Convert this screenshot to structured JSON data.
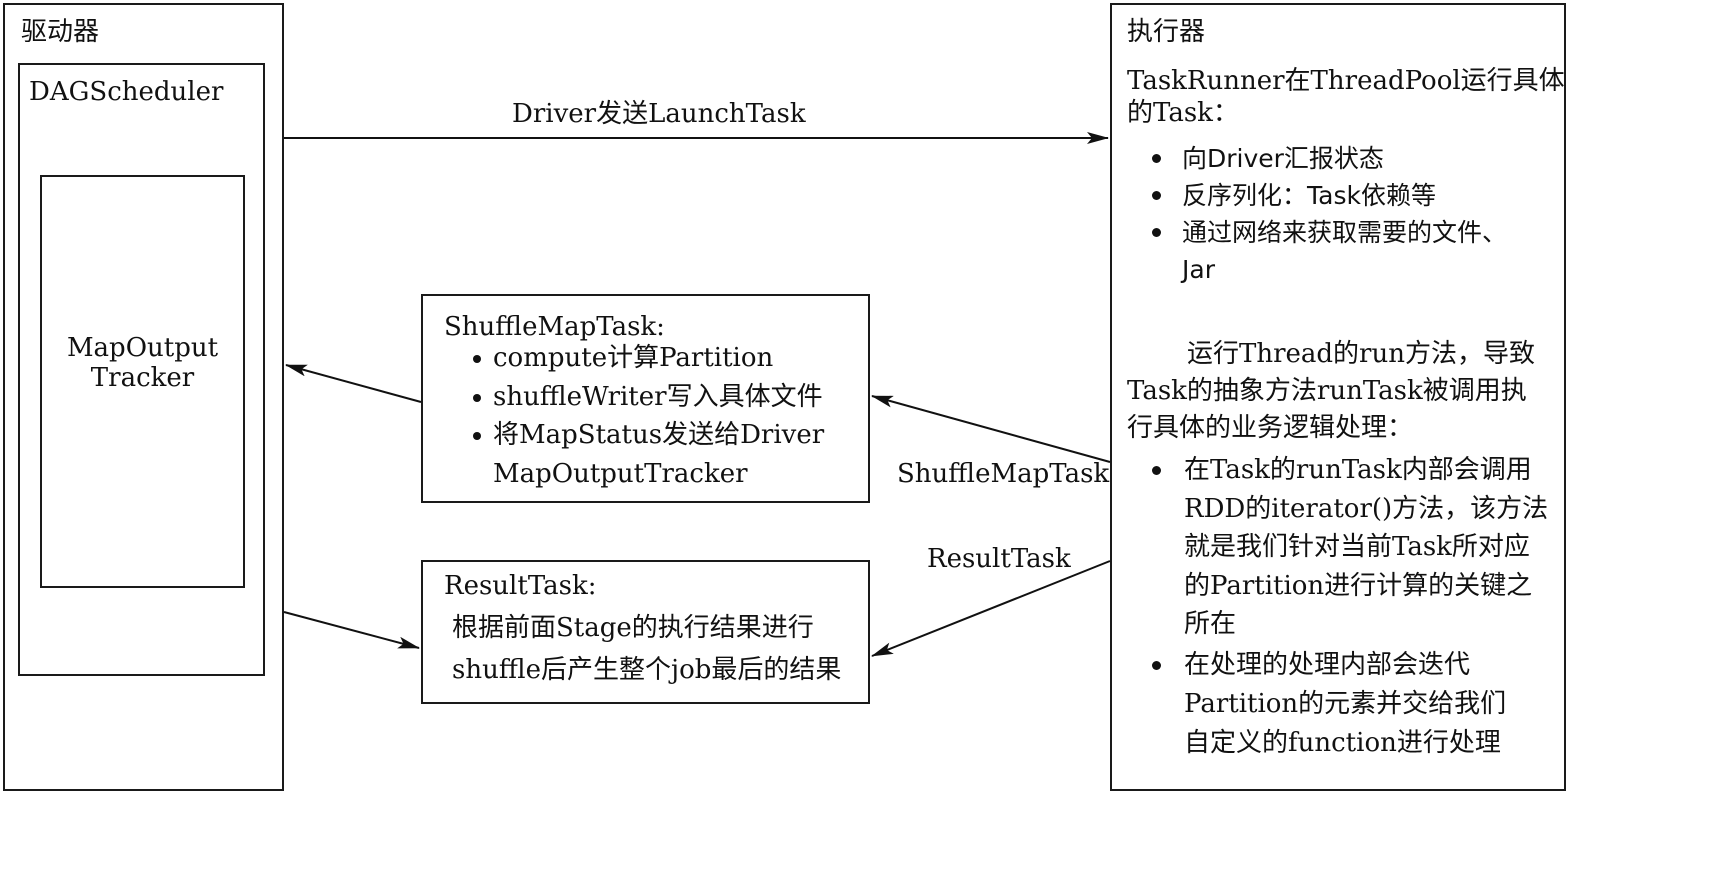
{
  "driver": {
    "title": "驱动器",
    "dag": {
      "title": "DAGScheduler"
    },
    "tracker": {
      "line1": "MapOutput",
      "line2": "Tracker"
    }
  },
  "executor": {
    "title": "执行器",
    "intro": [
      "TaskRunner在ThreadPool运行具体",
      "的Task："
    ],
    "bullets1": [
      "向Driver汇报状态",
      "反序列化：Task依赖等",
      "通过网络来获取需要的文件、"
    ],
    "bullets1_cont": "Jar",
    "para2": [
      "运行Thread的run方法，导致",
      "Task的抽象方法runTask被调用执",
      "行具体的业务逻辑处理："
    ],
    "bullet2": [
      "在Task的runTask内部会调用",
      "RDD的iterator()方法，该方法",
      "就是我们针对当前Task所对应",
      "的Partition进行计算的关键之",
      "所在"
    ],
    "bullet3": [
      "在处理的处理内部会迭代",
      "Partition的元素并交给我们",
      "自定义的function进行处理"
    ]
  },
  "arrows": {
    "launch": "Driver发送LaunchTask",
    "shuffle": "ShuffleMapTask",
    "result": "ResultTask"
  },
  "shuffle_box": {
    "title": "ShuffleMapTask:",
    "items": [
      "compute计算Partition",
      "shuffleWriter写入具体文件",
      "将MapStatus发送给Driver"
    ],
    "cont": "MapOutputTracker"
  },
  "result_box": {
    "title": "ResultTask:",
    "lines": [
      "根据前面Stage的执行结果进行",
      "shuffle后产生整个job最后的结果"
    ]
  }
}
